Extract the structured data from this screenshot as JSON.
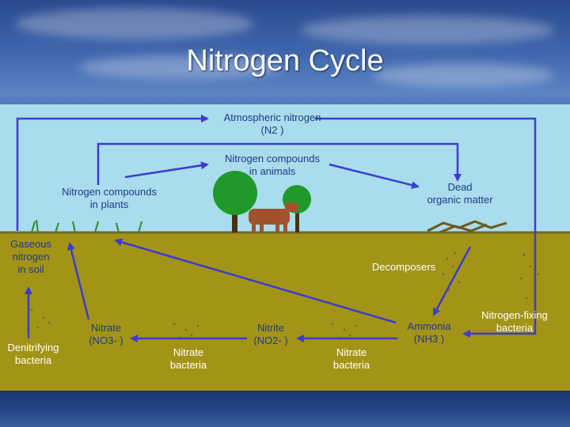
{
  "title": "Nitrogen Cycle",
  "labels": {
    "atmospheric_nitrogen": "Atmospheric nitrogen",
    "atmospheric_nitrogen_formula": "(N2 )",
    "compounds_animals_1": "Nitrogen compounds",
    "compounds_animals_2": "in animals",
    "compounds_plants_1": "Nitrogen compounds",
    "compounds_plants_2": "in plants",
    "dead_matter_1": "Dead",
    "dead_matter_2": "organic matter",
    "gaseous_1": "Gaseous",
    "gaseous_2": "nitrogen",
    "gaseous_3": "in soil",
    "decomposers": "Decomposers",
    "fixing_1": "Nitrogen-fixing",
    "fixing_2": "bacteria",
    "ammonia_1": "Ammonia",
    "ammonia_2": "(NH3 )",
    "nitrite_1": "Nitrite",
    "nitrite_2": "(NO2- )",
    "nitrate_1": "Nitrate",
    "nitrate_2": "(NO3- )",
    "nitrate_bact_a_1": "Nitrate",
    "nitrate_bact_a_2": "bacteria",
    "nitrate_bact_b_1": "Nitrate",
    "nitrate_bact_b_2": "bacteria",
    "denitrifying_1": "Denitrifying",
    "denitrifying_2": "bacteria"
  },
  "colors": {
    "sky": "#a9dcec",
    "soil": "#a39418",
    "arrow": "#3c3ccf",
    "tree_leaf": "#1f9a2a",
    "cow": "#a0522d"
  }
}
